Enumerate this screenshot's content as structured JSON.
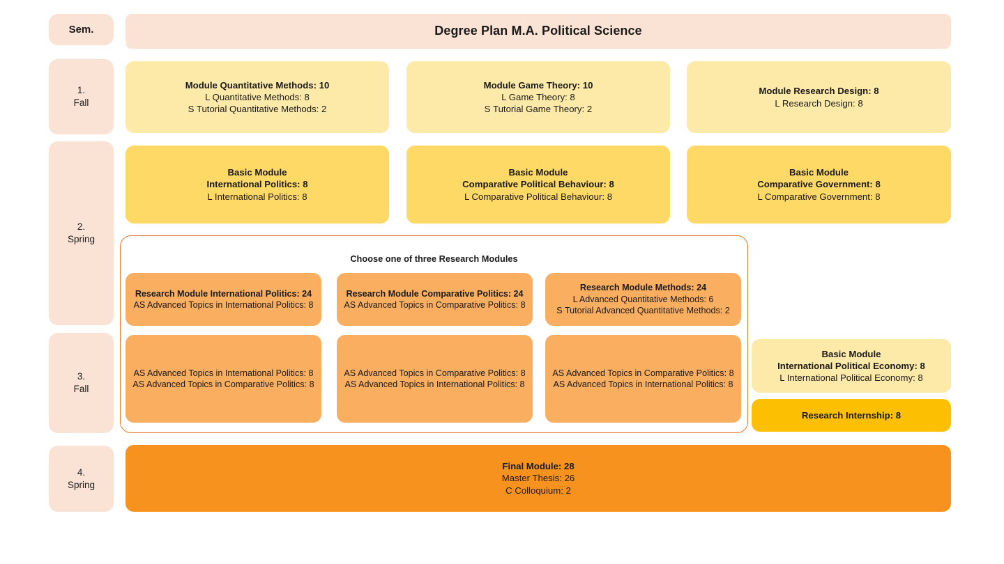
{
  "page": {
    "title": "Degree Plan M.A. Political Science",
    "semester_header": "Sem.",
    "group_caption": "Choose one of three Research Modules"
  },
  "colors": {
    "semester_box": "#fae3d4",
    "title_bar": "#fae3d4",
    "light_yellow": "#fdeaa8",
    "mid_yellow": "#ffd966",
    "gold": "#fcbf02",
    "light_orange": "#f9ae60",
    "deep_orange": "#f8921e",
    "group_outline": "#e8762c"
  },
  "semesters": [
    {
      "number": "1.",
      "season": "Fall"
    },
    {
      "number": "2.",
      "season": "Spring"
    },
    {
      "number": "3.",
      "season": "Fall"
    },
    {
      "number": "4.",
      "season": "Spring"
    }
  ],
  "sem1": [
    {
      "title": "Module Quantitative Methods: 10",
      "lines": [
        "L Quantitative Methods: 8",
        "S Tutorial Quantitative Methods: 2"
      ]
    },
    {
      "title": "Module Game Theory: 10",
      "lines": [
        "L Game Theory: 8",
        "S Tutorial Game Theory: 2"
      ]
    },
    {
      "title": "Module Research Design: 8",
      "lines": [
        "L Research Design: 8"
      ]
    }
  ],
  "sem2_basic": [
    {
      "title_line1": "Basic Module",
      "title_line2": "International Politics: 8",
      "lines": [
        "L International Politics: 8"
      ]
    },
    {
      "title_line1": "Basic Module",
      "title_line2": "Comparative Political Behaviour: 8",
      "lines": [
        "L Comparative Political Behaviour: 8"
      ]
    },
    {
      "title_line1": "Basic Module",
      "title_line2": "Comparative Government: 8",
      "lines": [
        "L Comparative Government: 8"
      ]
    }
  ],
  "research_modules_top": [
    {
      "title": "Research Module International Politics: 24",
      "lines": [
        "AS Advanced Topics in International Politics: 8"
      ]
    },
    {
      "title": "Research Module Comparative Politics: 24",
      "lines": [
        "AS Advanced Topics in Comparative Politics: 8"
      ]
    },
    {
      "title": "Research Module Methods: 24",
      "lines": [
        "L Advanced Quantitative Methods: 6",
        "S Tutorial Advanced Quantitative Methods: 2"
      ]
    }
  ],
  "research_modules_bottom": [
    {
      "lines": [
        "AS Advanced Topics in International Politics: 8",
        "AS Advanced Topics in Comparative Politics: 8"
      ]
    },
    {
      "lines": [
        "AS Advanced Topics in Comparative Politics: 8",
        "AS Advanced Topics in International Politics: 8"
      ]
    },
    {
      "lines": [
        "AS Advanced Topics in Comparative Politics: 8",
        "AS Advanced Topics in International Politics: 8"
      ]
    }
  ],
  "sem3_right": {
    "basic_module": {
      "title_line1": "Basic Module",
      "title_line2": "International Political Economy: 8",
      "lines": [
        "L International Political Economy: 8"
      ]
    },
    "internship": {
      "title": "Research Internship: 8"
    }
  },
  "sem4": {
    "title": "Final Module: 28",
    "lines": [
      "Master Thesis: 26",
      "C Colloquium: 2"
    ]
  }
}
